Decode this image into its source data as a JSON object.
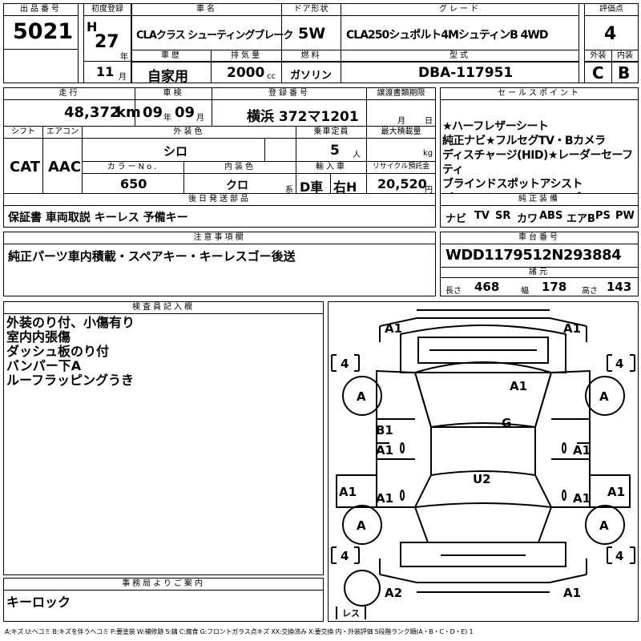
{
  "header_labels": {
    "lot": "出品番号",
    "first_reg": "初度登録",
    "model": "車名",
    "door": "ドア形状",
    "grade": "グレード",
    "score": "評価点",
    "history": "車歴",
    "displacement": "排気量",
    "fuel": "燃料",
    "type_code": "型式",
    "ext_score": "外装",
    "int_score": "内装"
  },
  "lot_number": "5021",
  "first_reg": {
    "era": "H",
    "year": "27",
    "year_unit": "年",
    "month": "11",
    "month_unit": "月"
  },
  "model": "CLAクラス シューティングブレーク",
  "door": "5W",
  "grade": "CLA250シュポルト4MシュティンB 4WD",
  "score": "4",
  "history": "自家用",
  "displacement": "2000",
  "displacement_unit": "cc",
  "fuel": "ガソリン",
  "type_code": "DBA-117951",
  "ext_score": "C",
  "int_score": "B",
  "row2_labels": {
    "mileage": "走行",
    "inspection": "車検",
    "reg_no": "登録番号",
    "transfer": "譲渡書類期限",
    "shift": "シフト",
    "ac": "エアコン",
    "ext_color": "外装色",
    "capacity": "乗車定員",
    "max_load": "最大積載量",
    "color_no": "カラーNo.",
    "int_color": "内装色",
    "import": "輸入車",
    "recycle": "リサイクル預託金",
    "sales_points": "セールスポイント",
    "equipment": "純正装備",
    "rear_parts": "後日発送部品",
    "caution": "注意事項欄",
    "chassis": "車台番号",
    "specs": "諸元",
    "inspector": "検査員記入欄",
    "office": "事務局よりご案内"
  },
  "mileage": "48,372",
  "mileage_unit": "km",
  "inspection": {
    "year": "09",
    "year_unit": "年",
    "month": "09",
    "month_unit": "月"
  },
  "reg_no": "横浜 372マ1201",
  "transfer": {
    "month_unit": "月",
    "day_unit": "日"
  },
  "shift": "CAT",
  "ac": "AAC",
  "ext_color": "シロ",
  "capacity": "5",
  "capacity_unit": "人",
  "max_load_unit": "kg",
  "color_no": "650",
  "int_color": "クロ",
  "int_color_unit": "系",
  "import": [
    "D車",
    "右H"
  ],
  "recycle": "20,520",
  "recycle_unit": "円",
  "sales_points": "★ハーフレザーシート\n純正ナビ★フルセグTV・Bカメラ\nディスチャージ(HID)★レーダーセーフティ\nブラインドスポットアシスト\nパノラマルーフ★キーレスゴー",
  "equipment": [
    "ナビ",
    "TV",
    "SR",
    "カワ",
    "ABS",
    "エアB",
    "PS",
    "PW"
  ],
  "rear_parts": "保証書 車両取説 キーレス 予備キー",
  "caution": "純正パーツ車内積載・スペアキー・キーレスゴー後送",
  "chassis_no": "WDD1179512N293884",
  "specs": {
    "length_label": "長さ",
    "length": "468",
    "width_label": "幅",
    "width": "178",
    "height_label": "高さ",
    "height": "143"
  },
  "inspector_notes": "外装のり付、小傷有り\n室内内張傷\nダッシュ板のり付\nバンパー下A\nルーフラッピングうき",
  "office_note": "キーロック",
  "diagram_marks": {
    "front_left": "A1",
    "front_right": "A1",
    "tire_fl": "4",
    "tire_fr": "4",
    "tire_rl": "4",
    "tire_rr": "4",
    "wheel_fl": "A",
    "wheel_fr": "A",
    "wheel_rl": "A",
    "wheel_rr": "A",
    "hood": "A1",
    "roof": "G",
    "interior": "U2",
    "door_fl_1": "B1",
    "door_fl_2": "A1",
    "door_rl": "A1",
    "door_fr": "A1",
    "door_rr": "A1",
    "quarter_l": "A1",
    "quarter_r": "A1",
    "rear_bumper_l": "A2",
    "rear_bumper_r": "A1",
    "spare": "レス"
  },
  "legend": "A:キズ U:ヘコミ B:キズを伴うヘコミ P:要塗装 W:補修跡 S:錆 C:腐食 G:フロントガラス点キズ XX:交換済み X:要交換 内・外装評価 5段階ランク順(A・B・C・D・E) 1"
}
